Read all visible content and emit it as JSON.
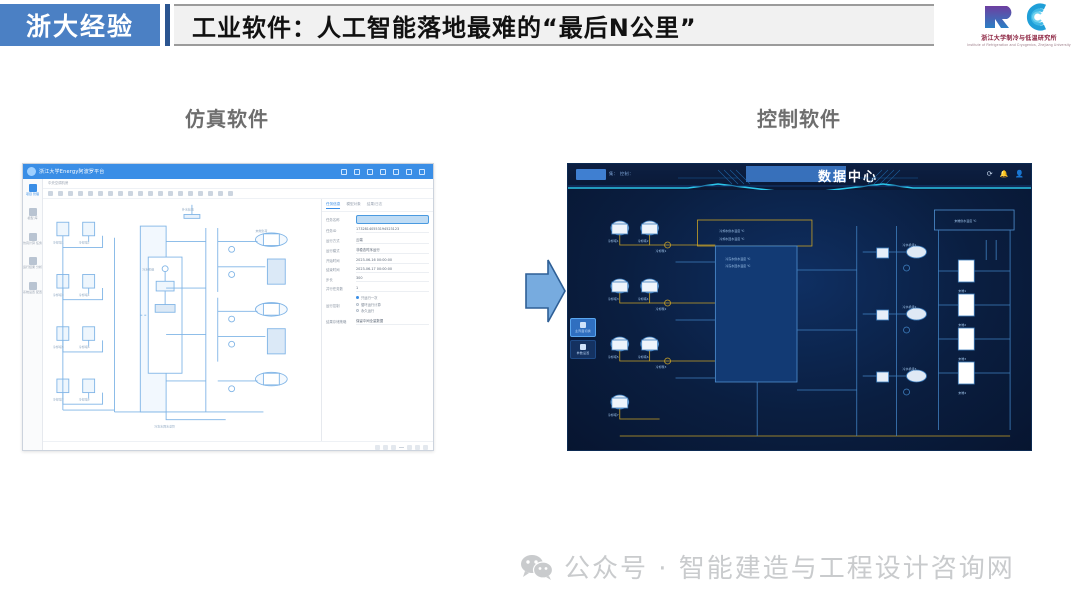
{
  "header": {
    "badge": "浙大经验",
    "title": "工业软件：人工智能落地最难的“最后N公里”",
    "logo": {
      "mark": "IRC",
      "cn": "浙江大学制冷与低温研究所",
      "en": "Institute of Refrigeration and Cryogenics, Zhejiang University"
    }
  },
  "sections": {
    "simulation_label": "仿真软件",
    "control_label": "控制软件"
  },
  "simulation_window": {
    "title": "浙江大学Energy阿波罗平台",
    "breadcrumb": "中央空调机房",
    "titlebar_icons": [
      "home-icon",
      "refresh-icon",
      "fullscreen-icon",
      "filter-icon",
      "sync-icon",
      "settings-icon",
      "user-icon"
    ],
    "sidebar": [
      {
        "label": "项目\n管理",
        "icon": "project-icon",
        "active": true
      },
      {
        "label": "模型\n库",
        "icon": "model-icon",
        "active": false
      },
      {
        "label": "仿真计算\n任务",
        "icon": "simulate-icon",
        "active": false
      },
      {
        "label": "运行结果\n分析",
        "icon": "analysis-icon",
        "active": false
      },
      {
        "label": "系统设置\n配置",
        "icon": "config-icon",
        "active": false
      }
    ],
    "panel": {
      "tabs": [
        {
          "label": "任务信息",
          "active": true
        },
        {
          "label": "模型对象",
          "active": false
        },
        {
          "label": "结果/日志",
          "active": false
        }
      ],
      "fields": [
        {
          "label": "任务名称",
          "value": "",
          "boxed": true
        },
        {
          "label": "任务ID",
          "value": "17328140553194523123"
        },
        {
          "label": "运行方式",
          "value": "云端"
        },
        {
          "label": "运行模式",
          "value": "非稳态时序运行"
        },
        {
          "label": "开始时间",
          "value": "2023-06-16 00:00:00"
        },
        {
          "label": "结束时间",
          "value": "2023-06-17 00:00:00"
        },
        {
          "label": "步长",
          "value": "300"
        },
        {
          "label": "并行任务数",
          "value": "1"
        }
      ],
      "radio_group_label": "运行控制",
      "radios": [
        {
          "label": "只运行一次",
          "on": true
        },
        {
          "label": "循环运行计算",
          "on": false
        },
        {
          "label": "永久运行",
          "on": false
        }
      ],
      "footer_row": {
        "label": "结果存储策略",
        "value": "保留中间全量数据"
      }
    },
    "statusbar_icons": [
      "grid-icon",
      "center-icon",
      "layout-icon",
      "zoom-out-icon",
      "zoom-level",
      "fit-icon",
      "zoom-in-icon"
    ]
  },
  "control_window": {
    "header_chip_label": "",
    "header_small": "集： 控制：",
    "title": "数据中心",
    "header_icons": [
      "refresh-icon",
      "bell-icon",
      "user-icon"
    ],
    "sidebar_buttons": [
      {
        "label": "主界面切换",
        "icon": "panel-icon",
        "active": true
      },
      {
        "label": "参数设置",
        "icon": "settings-icon",
        "active": false
      }
    ],
    "scada": {
      "equipment_left": [
        "冷却塔1",
        "冷却塔2",
        "冷却塔3",
        "冷却塔4",
        "冷却塔5",
        "冷却塔6"
      ],
      "pumps": [
        "冷却泵1",
        "冷却泵2",
        "冷却泵3",
        "冷却泵4",
        "冷却泵5",
        "冷却泵6"
      ],
      "chillers": [
        "冷水机组1",
        "冷水机组2",
        "冷水机组3",
        "冷水机组4"
      ],
      "terminals": [
        "末端1",
        "末端2",
        "末端3",
        "末端4",
        "末端5"
      ],
      "header_note": "冷却水供水温度 ℃ / 冷却水回水温度 ℃",
      "branch_note": "冷冻水供水温度 ℃ / 冷冻水回水温度 ℃"
    }
  },
  "footer": {
    "icon": "wechat-icon",
    "text": "公众号 · 智能建造与工程设计咨询网"
  },
  "colors": {
    "badge_blue": "#4b80c4",
    "header_sep": "#2b5590",
    "sim_accent": "#3a8ee6",
    "ctl_bg": "#081c3a",
    "ctl_accent": "#29c7e8",
    "arrow_blue": "#6fa9e0",
    "footer_gray": "#c9cbcd"
  }
}
